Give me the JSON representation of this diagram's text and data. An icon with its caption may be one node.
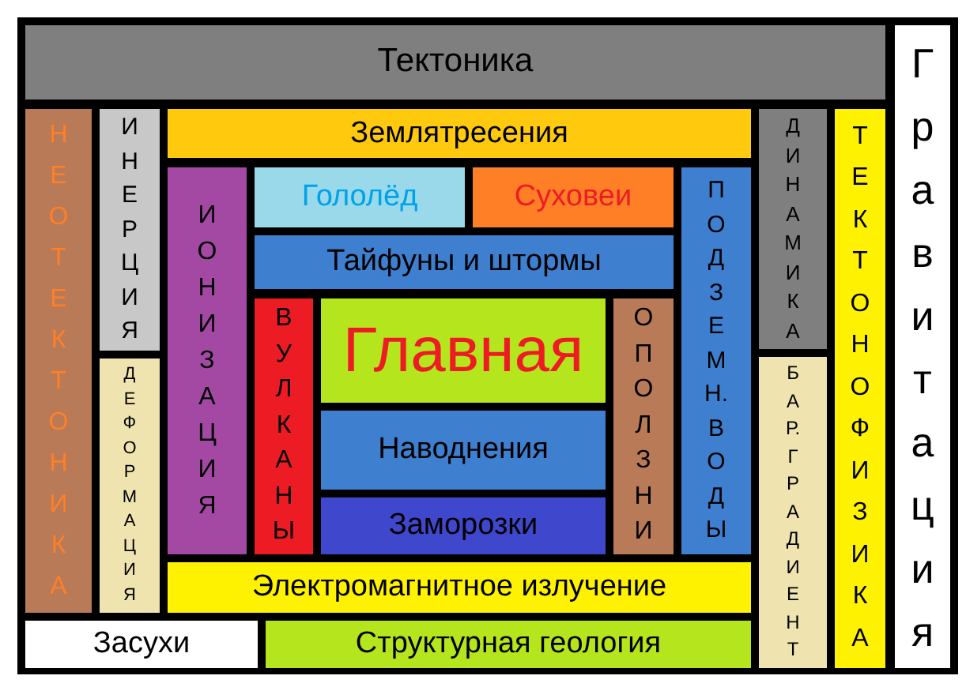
{
  "diagram": {
    "nodes": [
      {
        "text": [
          "Тектоника"
        ]
      },
      {
        "text": [
          "Гравитация"
        ]
      },
      {
        "text": [
          "НЕОТЕКТОНИКА"
        ]
      },
      {
        "text": [
          "ИНЕРЦИЯ"
        ]
      },
      {
        "text": [
          "Землятресения"
        ]
      },
      {
        "text": [
          "ДИНАМИКА"
        ]
      },
      {
        "text": [
          "ТЕКТОНОФИЗИКА"
        ]
      },
      {
        "text": [
          "ИОНИЗАЦИЯ"
        ]
      },
      {
        "text": [
          "Гололёд"
        ]
      },
      {
        "text": [
          "Суховеи"
        ]
      },
      {
        "text": [
          "ПОДЗЕМН. ВОДЫ"
        ]
      },
      {
        "text": [
          "Тайфуны и штормы"
        ]
      },
      {
        "text": [
          "ВУЛКАНЫ"
        ]
      },
      {
        "text": [
          "Главная"
        ]
      },
      {
        "text": [
          "ОПОЛЗНИ"
        ]
      },
      {
        "text": [
          "ДЕФОРМАЦИЯ"
        ]
      },
      {
        "text": [
          "БАР. ГРАДИЕНТ"
        ]
      },
      {
        "text": [
          "Наводнения"
        ]
      },
      {
        "text": [
          "Заморозки"
        ]
      },
      {
        "text": [
          "Электромагнитное излучение"
        ]
      },
      {
        "text": [
          "Засухи"
        ]
      },
      {
        "text": [
          "Структурная геология"
        ]
      }
    ]
  }
}
